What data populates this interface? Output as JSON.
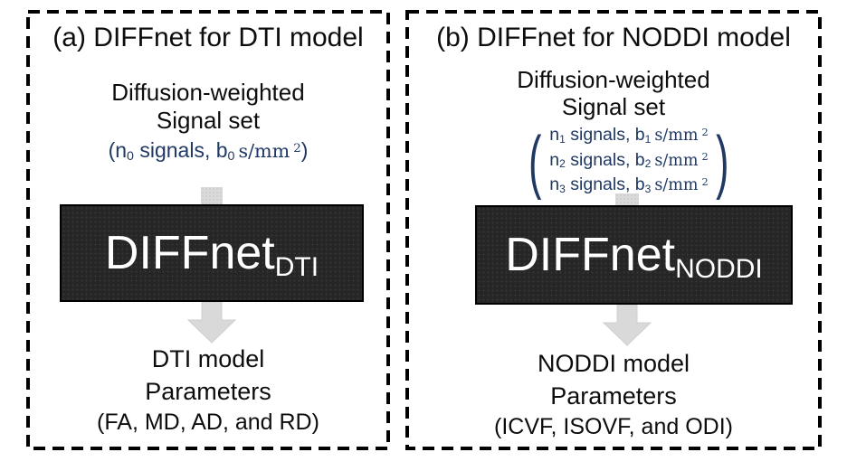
{
  "panel_a": {
    "title": "(a) DIFFnet for DTI model",
    "input_label_line1": "Diffusion-weighted",
    "input_label_line2": "Signal set",
    "signal": {
      "open": "(n",
      "n_sub": "0",
      "mid": " signals, b",
      "b_sub": "0",
      "unit": "s/mm",
      "sup": "2",
      "close": ")"
    },
    "box": {
      "main": "DIFFnet",
      "sub": "DTI"
    },
    "output_line1": "DTI model",
    "output_line2": "Parameters",
    "output_line3": "(FA, MD, AD, and RD)"
  },
  "panel_b": {
    "title": "(b) DIFFnet for NODDI model",
    "input_label_line1": "Diffusion-weighted",
    "input_label_line2": "Signal set",
    "matrix": {
      "paren_open": "(",
      "paren_close": ")",
      "rows": [
        {
          "pre": "n",
          "n_sub": "1",
          "mid": " signals, b",
          "b_sub": "1",
          "unit": "s/mm",
          "sup": "2"
        },
        {
          "pre": "n",
          "n_sub": "2",
          "mid": " signals, b",
          "b_sub": "2",
          "unit": "s/mm",
          "sup": "2"
        },
        {
          "pre": "n",
          "n_sub": "3",
          "mid": " signals, b",
          "b_sub": "3",
          "unit": "s/mm",
          "sup": "2"
        }
      ]
    },
    "box": {
      "main": "DIFFnet",
      "sub": "NODDI"
    },
    "output_line1": "NODDI model",
    "output_line2": "Parameters",
    "output_line3": "(ICVF, ISOVF, and ODI)"
  },
  "icons": {
    "flow_arrow": "down-arrow",
    "input_arrow": "arrow-tail"
  },
  "colors": {
    "accent_blue": "#1f3864",
    "box_fill": "#262626",
    "arrow_gray": "#d9d9d9",
    "border_black": "#000000"
  }
}
